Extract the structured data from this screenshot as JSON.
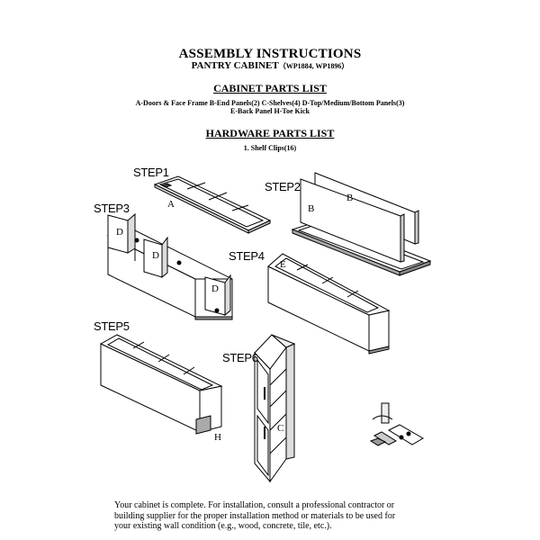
{
  "header": {
    "title": "ASSEMBLY INSTRUCTIONS",
    "subtitle_main": "PANTRY CABINET",
    "subtitle_models": "（WP1884, WP1896）"
  },
  "cabinet_parts": {
    "heading": "CABINET PARTS LIST",
    "line1": "A-Doors & Face Frame   B-End Panels(2)   C-Shelves(4)   D-Top/Medium/Bottom Panels(3)",
    "line2": "E-Back Panel   H-Toe Kick"
  },
  "hardware_parts": {
    "heading": "HARDWARE PARTS LIST",
    "line1": "1. Shelf Clips(16)"
  },
  "steps": {
    "step1": "STEP1",
    "step2": "STEP2",
    "step3": "STEP3",
    "step4": "STEP4",
    "step5": "STEP5",
    "step6": "STEP6"
  },
  "part_labels": {
    "a": "A",
    "b": "B",
    "d": "D",
    "e": "E",
    "h": "H",
    "c": "C"
  },
  "footer": {
    "line1": "Your cabinet is complete.  For installation, consult a professional contractor or",
    "line2": "building supplier for the proper installation method or materials to be used for",
    "line3": "your existing wall condition (e.g., wood, concrete, tile, etc.)."
  }
}
